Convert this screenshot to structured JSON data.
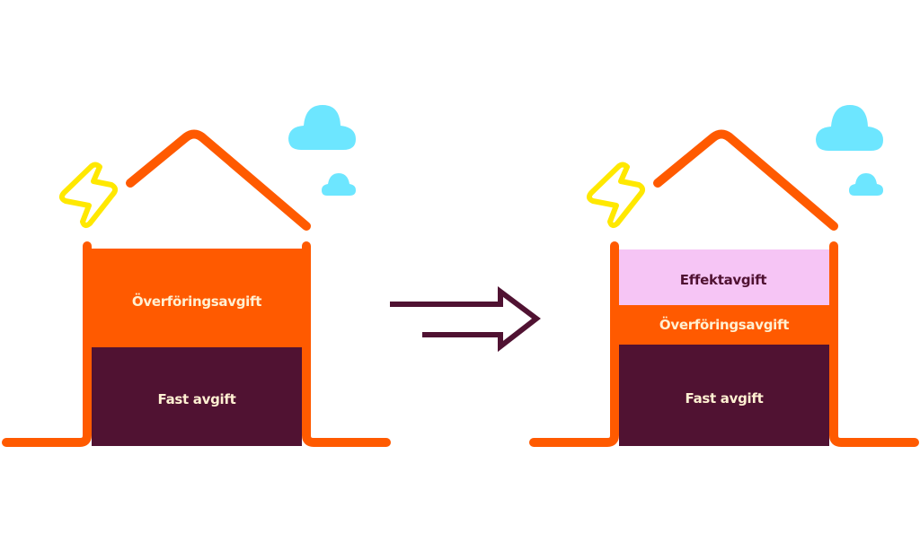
{
  "colors": {
    "background": "#FFFFFF",
    "house_outline": "#FF5A00",
    "fixed_fee_fill": "#501232",
    "transfer_fee_fill": "#FF5A00",
    "power_fee_fill": "#F6C5F5",
    "light_text": "#FFF0D2",
    "dark_text": "#501232",
    "cloud": "#6DE6FF",
    "lightning": "#FFE800",
    "arrow": "#501232"
  },
  "before": {
    "layers": [
      {
        "key": "transfer",
        "label": "Överföringsavgift"
      },
      {
        "key": "fixed",
        "label": "Fast avgift"
      }
    ]
  },
  "after": {
    "layers": [
      {
        "key": "power",
        "label": "Effektavgift"
      },
      {
        "key": "transfer",
        "label": "Överföringsavgift"
      },
      {
        "key": "fixed",
        "label": "Fast avgift"
      }
    ]
  },
  "icons": {
    "transition": "double-line-arrow-right",
    "weather": "cloud",
    "electricity": "lightning-bolt"
  }
}
